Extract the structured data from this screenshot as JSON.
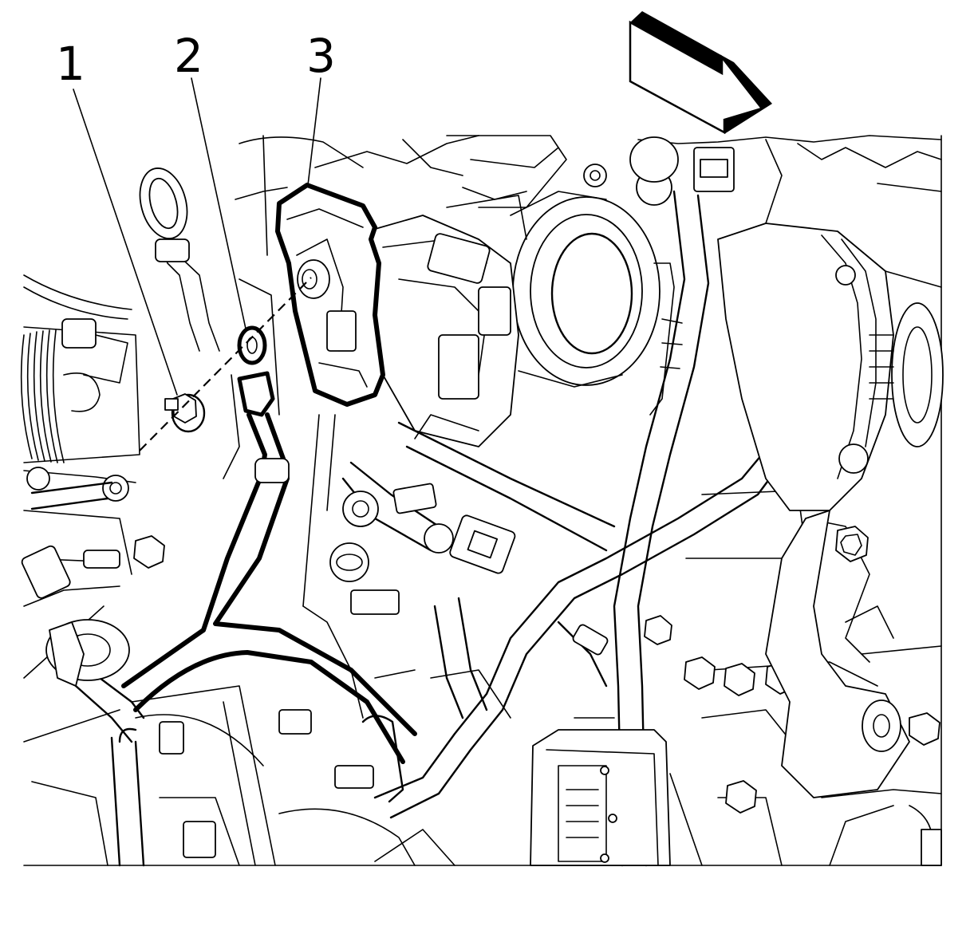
{
  "callouts": [
    {
      "id": "1",
      "label": "1"
    },
    {
      "id": "2",
      "label": "2"
    },
    {
      "id": "3",
      "label": "3"
    }
  ],
  "direction_arrow": {
    "icon": "view-direction-arrow-icon"
  },
  "colors": {
    "line": "#000000",
    "background": "#ffffff"
  }
}
